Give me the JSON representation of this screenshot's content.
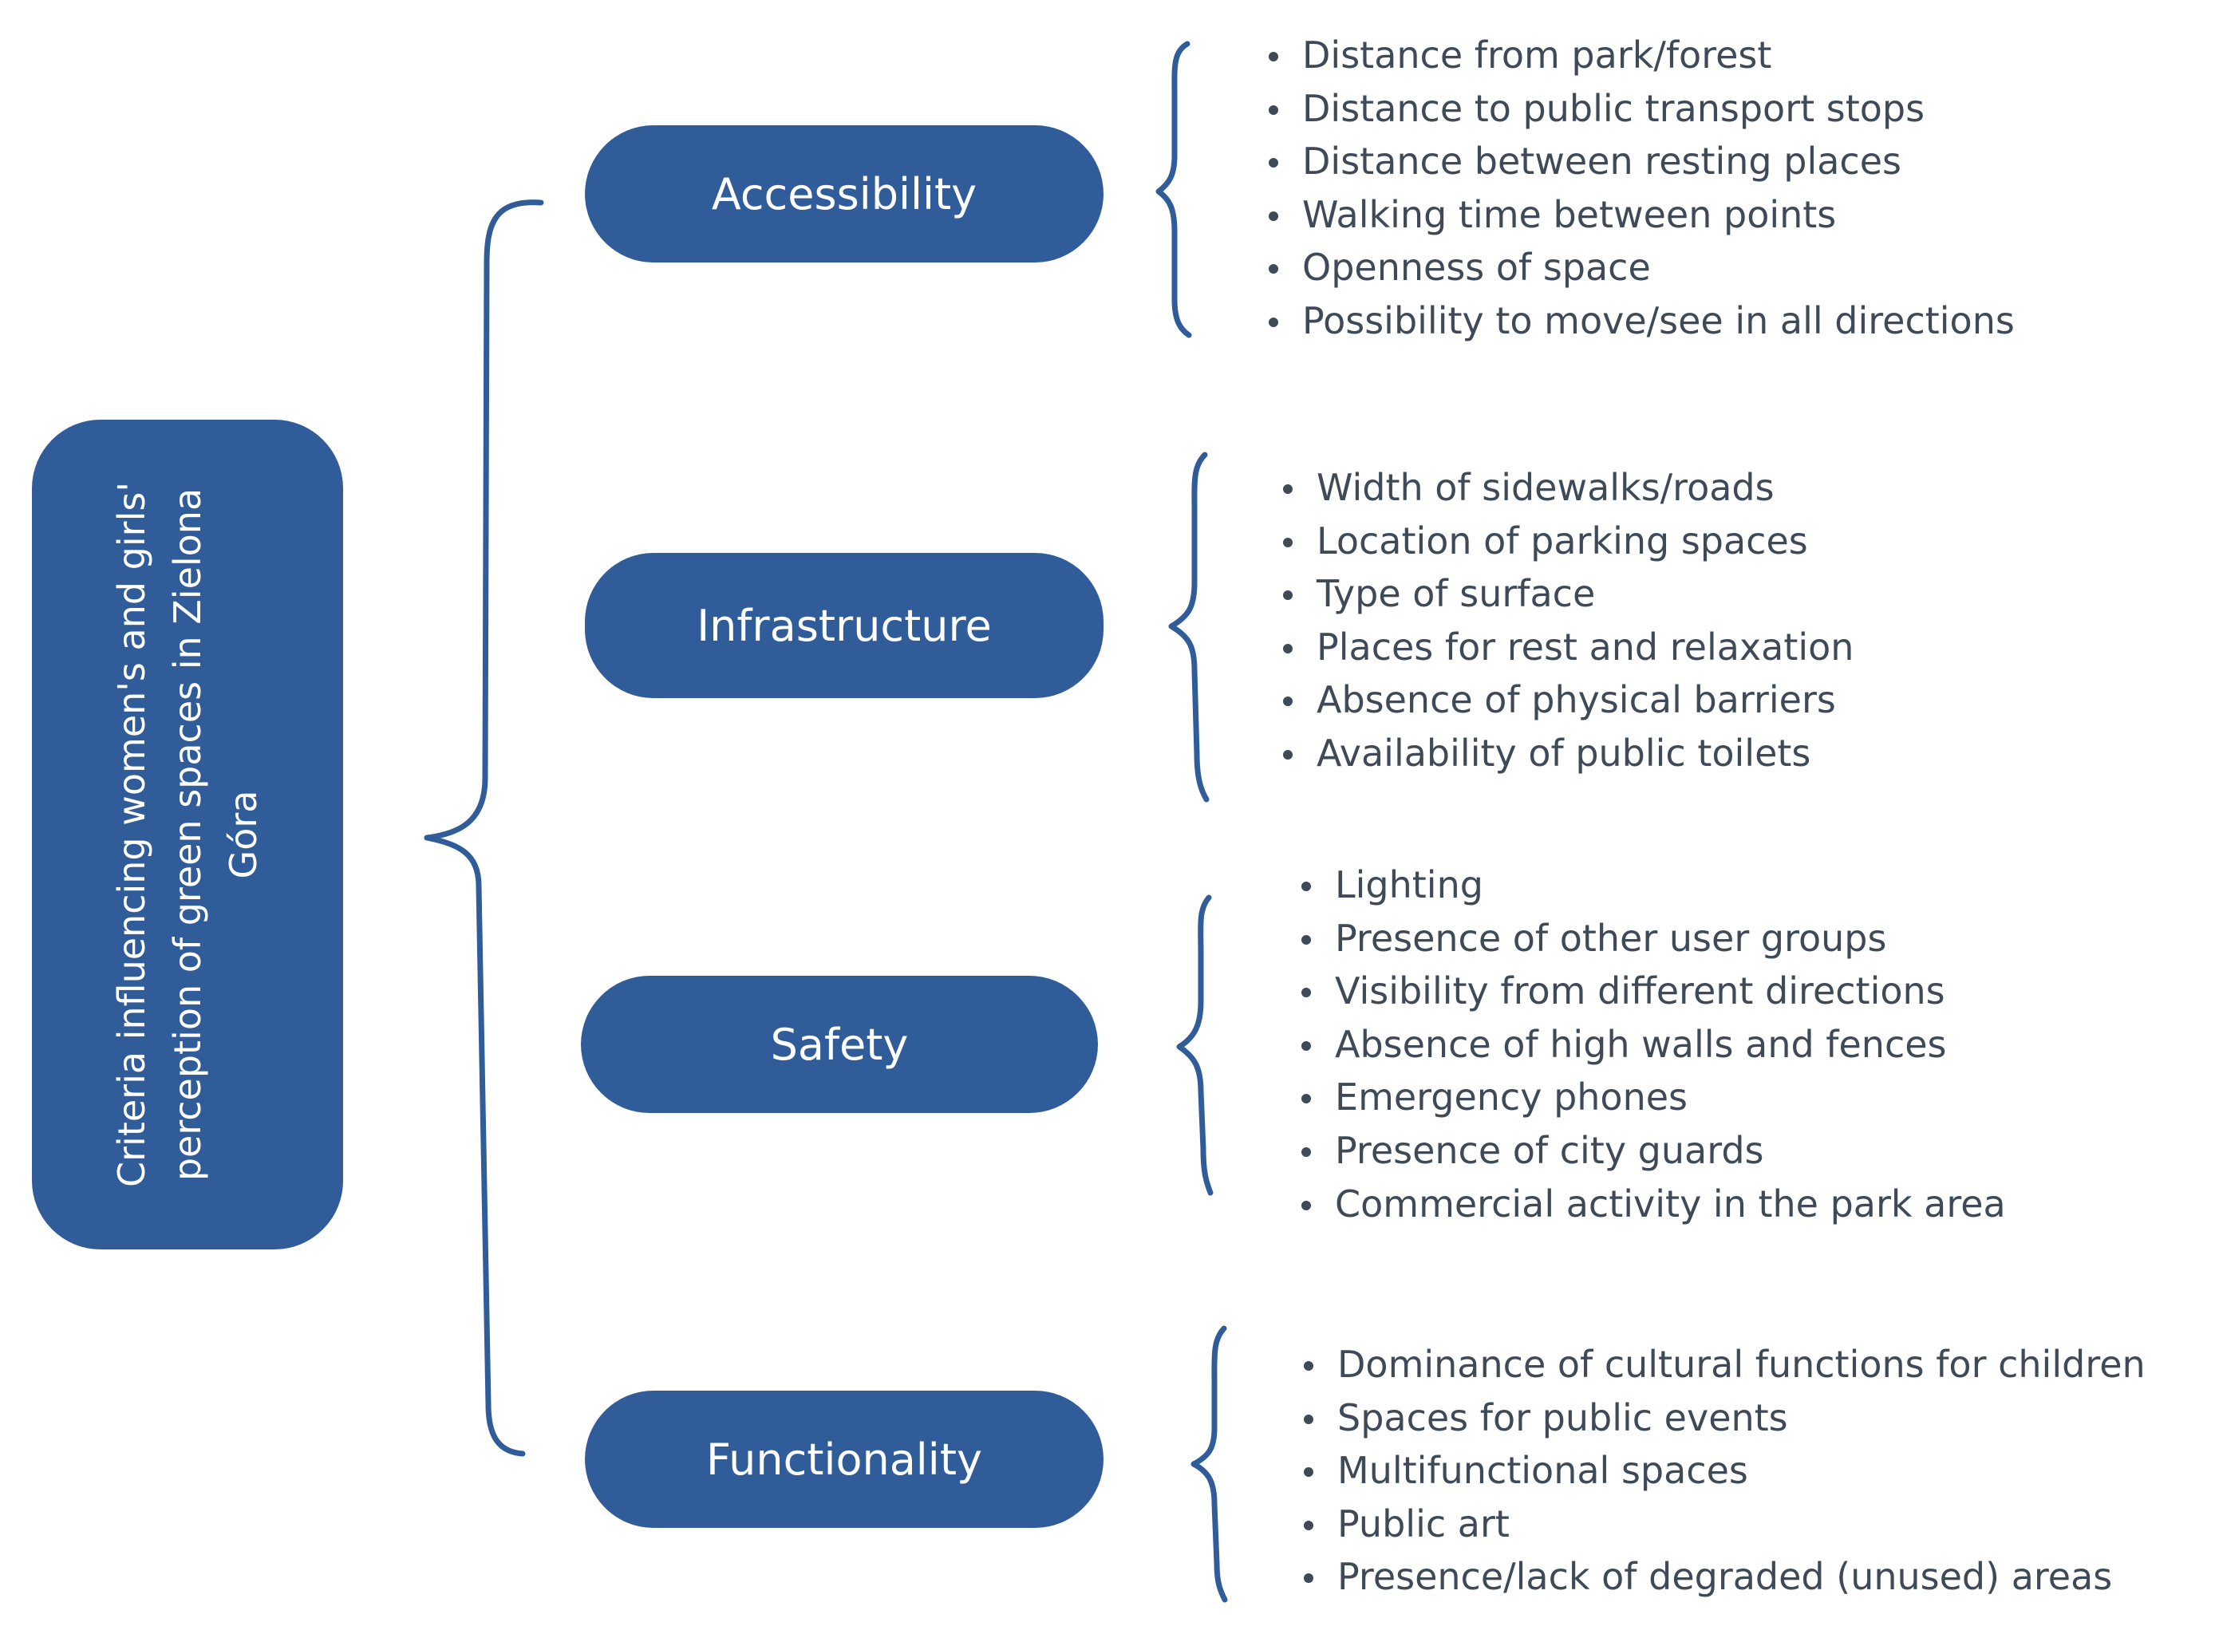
{
  "root": {
    "label": "Criteria influencing women's and girls' perception of green spaces in Zielona Góra"
  },
  "categories": [
    {
      "label": "Accessibility",
      "items": [
        "Distance from park/forest",
        "Distance to public transport stops",
        "Distance between resting places",
        "Walking time between points",
        "Openness of space",
        "Possibility to move/see in all directions"
      ]
    },
    {
      "label": "Infrastructure",
      "items": [
        "Width of sidewalks/roads",
        "Location of parking spaces",
        "Type of surface",
        "Places for rest and relaxation",
        "Absence of physical barriers",
        "Availability of public toilets"
      ]
    },
    {
      "label": "Safety",
      "items": [
        "Lighting",
        "Presence of other user groups",
        "Visibility from different directions",
        "Absence of high walls and fences",
        "Emergency phones",
        "Presence of city guards",
        "Commercial activity in the park area"
      ]
    },
    {
      "label": "Functionality",
      "items": [
        "Dominance of cultural functions for children",
        "Spaces for public events",
        "Multifunctional spaces",
        "Public art",
        "Presence/lack of degraded (unused) areas"
      ]
    }
  ],
  "colors": {
    "box_fill": "#305c99",
    "box_text": "#ffffff",
    "list_text": "#3e4a57",
    "brace": "#305c99"
  }
}
